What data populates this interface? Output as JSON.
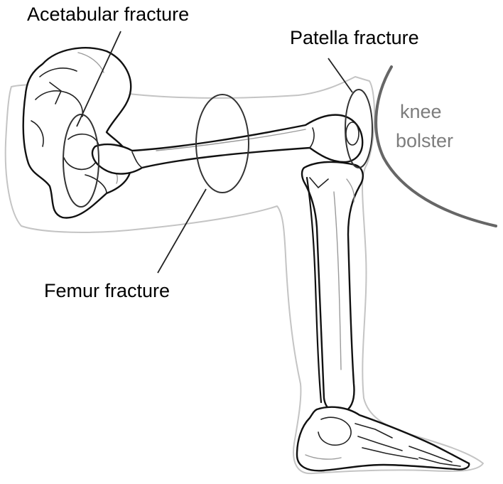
{
  "labels": {
    "acetabular": "Acetabular fracture",
    "patella": "Patella fracture",
    "femur": "Femur fracture",
    "knee_line1": "knee",
    "knee_line2": "bolster"
  },
  "colors": {
    "label_text": "#000000",
    "bolster_text": "#7d7d7d",
    "bolster_line": "#666666",
    "body_outline": "#c4c4c4",
    "bone_stroke": "#111111",
    "marker_stroke": "#333333"
  }
}
